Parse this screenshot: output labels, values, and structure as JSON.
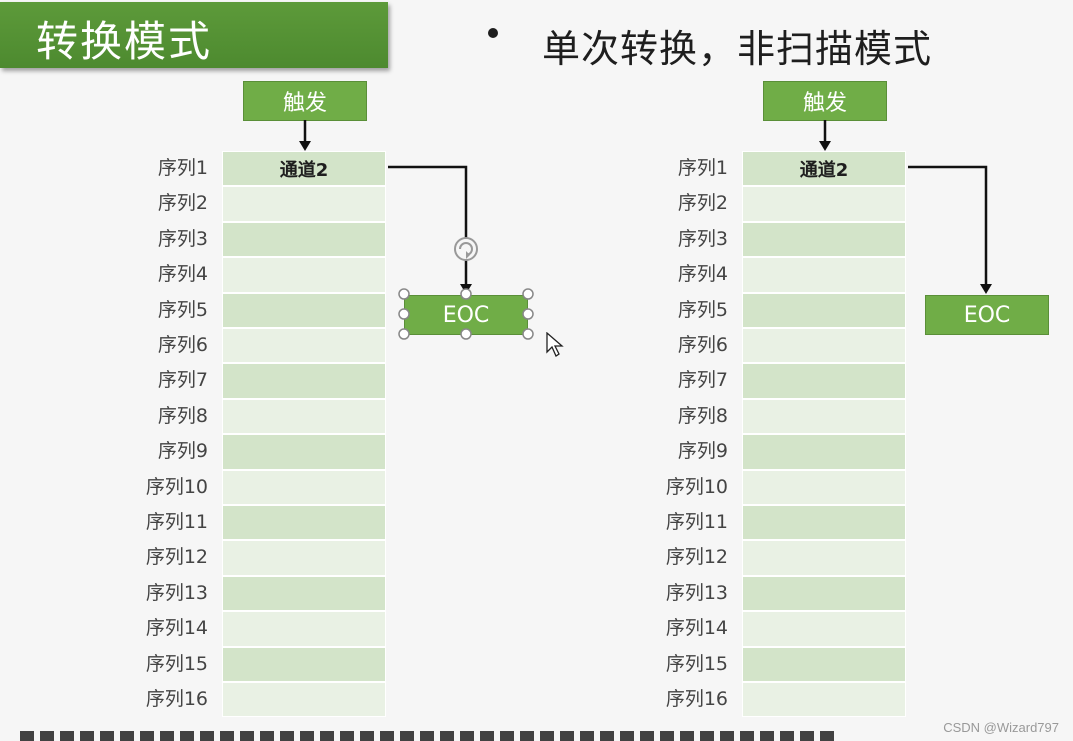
{
  "title": "转换模式",
  "bullet": "单次转换，非扫描模式",
  "trigger_label": "触发",
  "eoc_label": "EOC",
  "first_cell_label": "通道2",
  "sequence_labels": [
    "序列1",
    "序列2",
    "序列3",
    "序列4",
    "序列5",
    "序列6",
    "序列7",
    "序列8",
    "序列9",
    "序列10",
    "序列11",
    "序列12",
    "序列13",
    "序列14",
    "序列15",
    "序列16"
  ],
  "watermark": "CSDN @Wizard797",
  "colors": {
    "banner_green": "#5d9a3a",
    "box_green": "#70ad47",
    "cell_dark": "#d3e4c9",
    "cell_light": "#e9f1e4"
  }
}
